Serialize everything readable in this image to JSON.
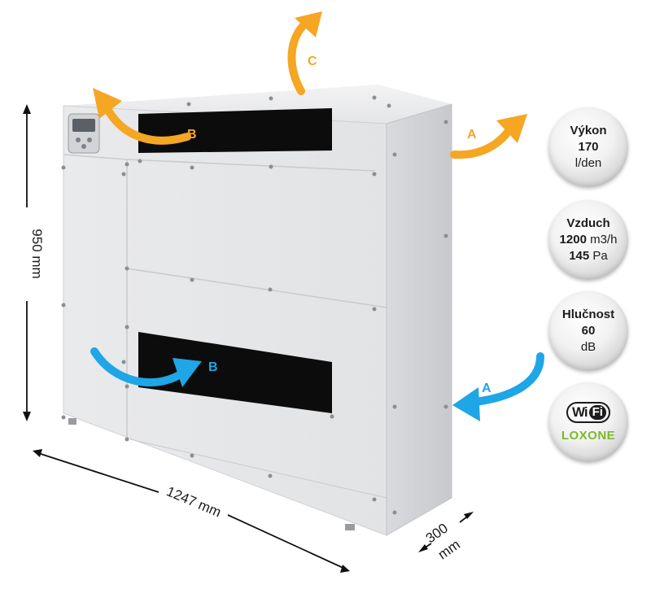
{
  "dimensions": {
    "height": "950 mm",
    "width": "1247 mm",
    "depth_value": "300",
    "depth_unit": "mm"
  },
  "airflow_labels": {
    "top_exhaust": "C",
    "front_upper": "B",
    "front_lower": "B",
    "side_upper": "A",
    "side_lower": "A"
  },
  "colors": {
    "exhaust_arrow": "#f5a623",
    "intake_arrow": "#1ea6e6",
    "loxone_green": "#7ab929",
    "unit_body": "#e6e7e9"
  },
  "specs": {
    "power": {
      "label": "Výkon",
      "value": "170",
      "unit": "l/den"
    },
    "air": {
      "label": "Vzduch",
      "flow_value": "1200",
      "flow_unit": "m3/h",
      "pressure_value": "145",
      "pressure_unit": "Pa"
    },
    "noise": {
      "label": "Hlučnost",
      "value": "60",
      "unit": "dB"
    },
    "connectivity": {
      "wifi_wi": "Wi",
      "wifi_fi": "Fi",
      "loxone": "LOXONE"
    }
  },
  "icons": [
    "control-panel-display",
    "wifi-logo",
    "loxone-logo"
  ]
}
